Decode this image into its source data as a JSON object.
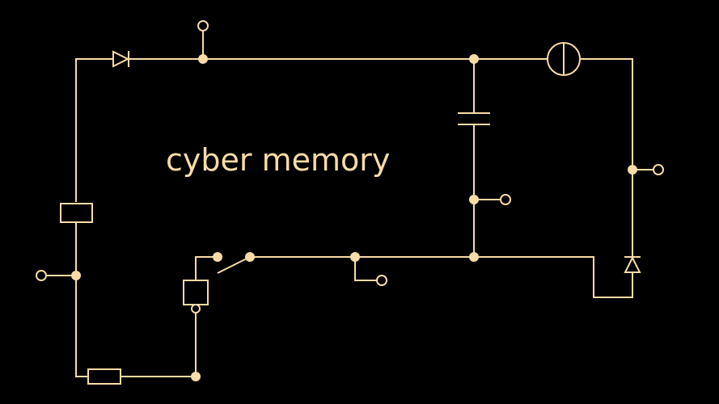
{
  "title": "cyber memory",
  "colors": {
    "background": "#000000",
    "stroke": "#f8dca6"
  },
  "components": [
    "diode",
    "diode-vertical",
    "capacitor",
    "lamp",
    "resistor-left",
    "resistor-bottom",
    "switch",
    "relay-box"
  ]
}
